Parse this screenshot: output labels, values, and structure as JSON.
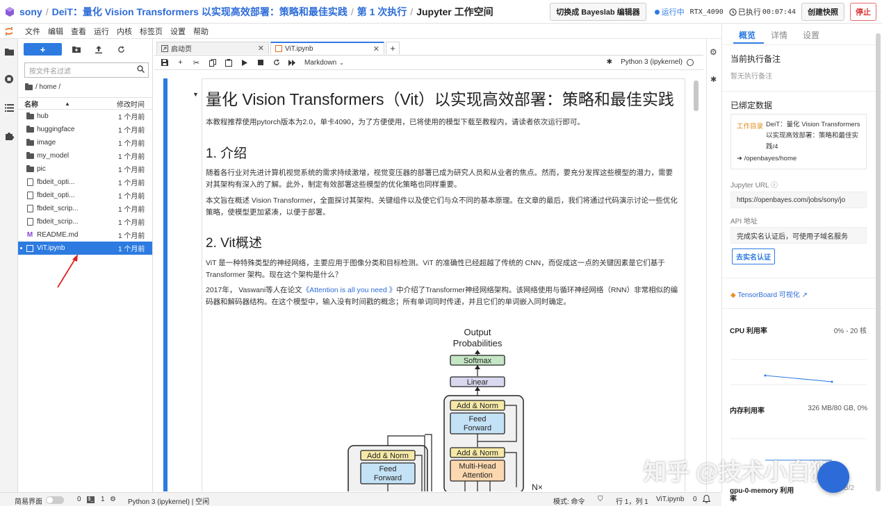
{
  "header": {
    "user": "sony",
    "project": "DeiT：量化 Vision Transformers 以实现高效部署：策略和最佳实践",
    "run": "第 1 次执行",
    "workspace": "Jupyter 工作空间",
    "switch_button": "切换成 Bayeslab 编辑器",
    "status": "运行中",
    "gpu": "RTX_4090",
    "elapsed_label": "已执行",
    "elapsed": "00:07:44",
    "snapshot_button": "创建快照",
    "stop_button": "停止"
  },
  "menu": [
    "文件",
    "编辑",
    "查看",
    "运行",
    "内核",
    "标签页",
    "设置",
    "帮助"
  ],
  "filebrowser": {
    "new_label": "+",
    "filter_placeholder": "按文件名过滤",
    "path": "/ home /",
    "col_name": "名称",
    "col_modified": "修改时间",
    "files": [
      {
        "name": "hub",
        "type": "folder",
        "modified": "1 个月前"
      },
      {
        "name": "huggingface",
        "type": "folder",
        "modified": "1 个月前"
      },
      {
        "name": "image",
        "type": "folder",
        "modified": "1 个月前"
      },
      {
        "name": "my_model",
        "type": "folder",
        "modified": "1 个月前"
      },
      {
        "name": "pic",
        "type": "folder",
        "modified": "1 个月前"
      },
      {
        "name": "fbdeit_opti...",
        "type": "file",
        "modified": "1 个月前"
      },
      {
        "name": "fbdeit_opti...",
        "type": "file",
        "modified": "1 个月前"
      },
      {
        "name": "fbdeit_scrip...",
        "type": "file",
        "modified": "1 个月前"
      },
      {
        "name": "fbdeit_scrip...",
        "type": "file",
        "modified": "1 个月前"
      },
      {
        "name": "README.md",
        "type": "markdown",
        "modified": "1 个月前"
      },
      {
        "name": "ViT.ipynb",
        "type": "notebook",
        "modified": "1 个月前",
        "selected": true
      }
    ]
  },
  "tabs": [
    {
      "label": "启动页",
      "icon": "launcher-icon"
    },
    {
      "label": "ViT.ipynb",
      "icon": "notebook-icon",
      "active": true
    }
  ],
  "notebook_toolbar": {
    "cell_type": "Markdown",
    "kernel": "Python 3 (ipykernel)"
  },
  "notebook": {
    "title": "量化 Vision Transformers（Vit）以实现高效部署：策略和最佳实践",
    "intro": "本教程推荐使用pytorch版本为2.0，单卡4090，为了方便使用，已将使用的模型下载至教程内，请读者依次运行即可。",
    "h2_1": "1. 介绍",
    "p1": "随着各行业对先进计算机视觉系统的需求持续激增，视觉变压器的部署已成为研究人员和从业者的焦点。然而，要充分发挥这些模型的潜力，需要对其架构有深入的了解。此外，制定有效部署这些模型的优化策略也同样重要。",
    "p2": "本文旨在概述 Vision Transformer，全面探讨其架构、关键组件以及使它们与众不同的基本原理。在文章的最后，我们将通过代码演示讨论一些优化策略，使模型更加紧凑，以便于部署。",
    "h2_2": "2. Vit概述",
    "p3": "ViT 是一种特殊类型的神经网络，主要应用于图像分类和目标检测。ViT 的准确性已经超越了传统的 CNN，而促成这一点的关键因素是它们基于 Transformer 架构。现在这个架构是什么？",
    "p4_a": "2017年， Vaswani等人在论文",
    "p4_link": "《Attention is all you need 》",
    "p4_b": "中介绍了Transformer神经网络架构。该网络使用与循环神经网络（RNN）非常相似的编码器和解码器结构。在这个模型中，输入没有时间戳的概念；所有单词同时传递，并且它们的单词嵌入同时确定。",
    "diagram": {
      "output_line1": "Output",
      "output_line2": "Probabilities",
      "softmax": "Softmax",
      "linear": "Linear",
      "add_norm": "Add & Norm",
      "feed": "Feed",
      "forward": "Forward",
      "multi_head": "Multi-Head",
      "attention": "Attention",
      "nx": "N×"
    }
  },
  "right_panel": {
    "tabs": [
      "概览",
      "详情",
      "设置"
    ],
    "exec_note_title": "当前执行备注",
    "exec_note_empty": "暂无执行备注",
    "bound_data_title": "已绑定数据",
    "workdir_tag": "工作目录",
    "workdir_name": "DeiT：量化 Vision Transformers 以实现高效部署：策略和最佳实践/4",
    "workdir_path": "/openbayes/home",
    "jupyter_url_label": "Jupyter URL",
    "jupyter_url": "https://openbayes.com/jobs/sony/jo",
    "api_label": "API 地址",
    "api_text": "完成实名认证后，可使用子域名服务",
    "verify_button": "去实名认证",
    "tensorboard": "TensorBoard 可视化",
    "cpu_title": "CPU 利用率",
    "cpu_value": "0% - 20 核",
    "mem_title": "内存利用率",
    "mem_value": "326 MB/80 GB, 0%",
    "gpu_mem_title": "gpu-0-memory 利用",
    "gpu_mem_value": "350 MB/2",
    "gpu_mem_title_tail": "率"
  },
  "statusbar": {
    "simple_ui": "简易界面",
    "count_a": "0",
    "count_b": "1",
    "kernel_status": "Python 3 (ipykernel) | 空闲",
    "mode": "模式: 命令",
    "position": "行 1，列 1",
    "file": "ViT.ipynb",
    "notif_count": "0"
  },
  "watermark": "知乎 @技术小白狮",
  "colors": {
    "accent": "#2d7be0",
    "stop": "#d33333",
    "workdir": "#e08a1a"
  }
}
